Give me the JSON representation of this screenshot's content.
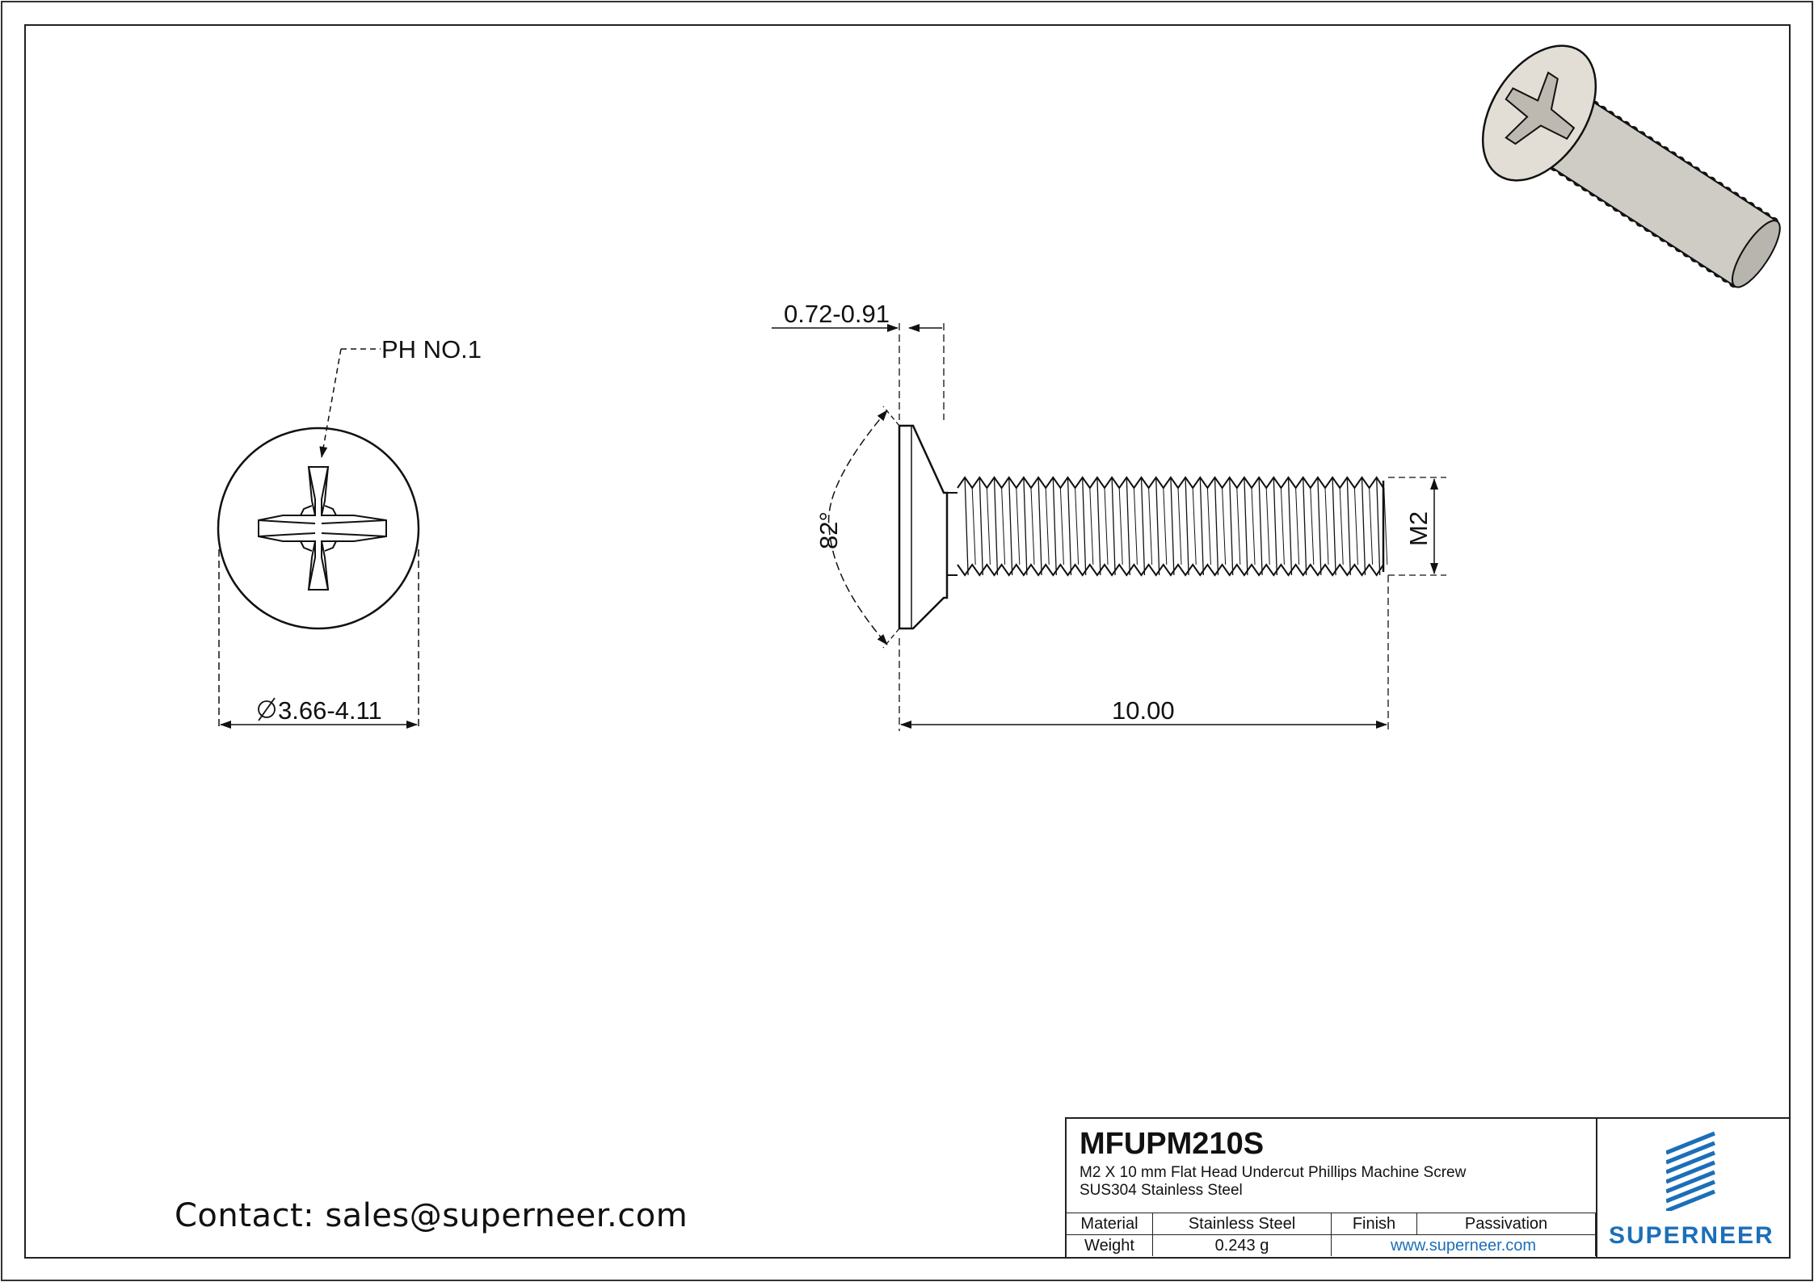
{
  "drawing": {
    "phillips_callout": "PH NO.1",
    "head_diameter": "3.66-4.11",
    "head_height": "0.72-0.91",
    "countersink_angle": "82°",
    "length": "10.00",
    "thread_size": "M2"
  },
  "contact": {
    "text": "Contact: sales@superneer.com"
  },
  "title_block": {
    "part_number": "MFUPM210S",
    "description": "M2 X 10 mm  Flat Head Undercut Phillips Machine Screw SUS304 Stainless Steel",
    "material_label": "Material",
    "material_value": "Stainless Steel",
    "finish_label": "Finish",
    "finish_value": "Passivation",
    "weight_label": "Weight",
    "weight_value": "0.243 g",
    "website": "www.superneer.com",
    "logo_text": "SUPERNEER",
    "brand_color": "#1b6fb8"
  }
}
